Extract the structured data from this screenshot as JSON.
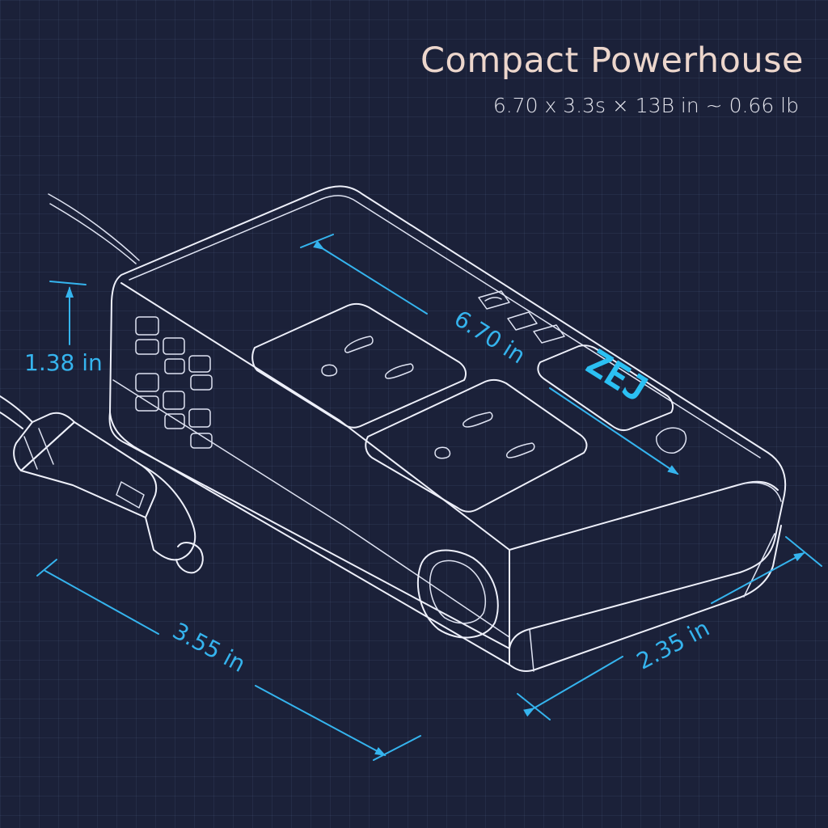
{
  "header": {
    "title": "Compact Powerhouse",
    "subtitle": "6.70 x 3.3s × 13B in ~ 0.66 lb"
  },
  "dimensions": {
    "length_label": "6.70 in",
    "height_label": "1.38 in",
    "width_label": "3.55 in",
    "depth_label": "2.35 in"
  },
  "display": {
    "reading": "ZEJ"
  },
  "colors": {
    "background": "#1b2139",
    "sketch_line": "#eef0fa",
    "dimension_line": "#35b4ee",
    "title_text": "#ecd6cc"
  },
  "icons": [
    "usb-port-icon",
    "ac-outlet-icon",
    "car-plug-icon",
    "cigarette-socket-icon"
  ]
}
